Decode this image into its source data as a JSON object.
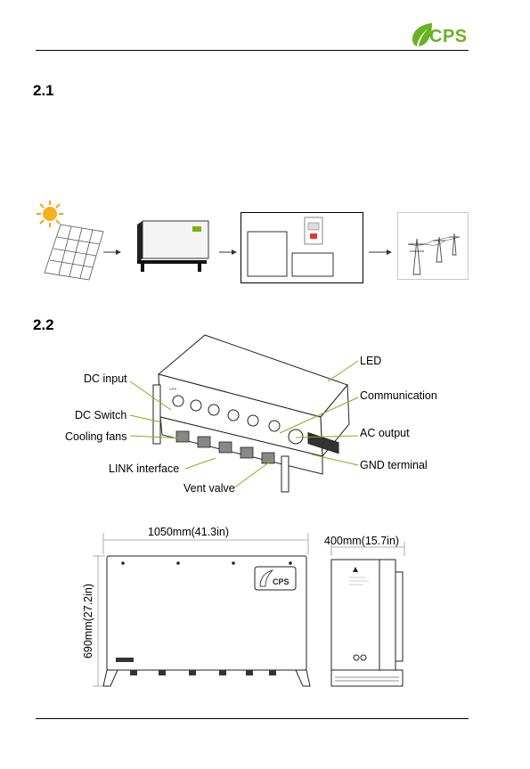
{
  "header": {
    "logo_text": "CPS",
    "brand_color": "#6ab023"
  },
  "sections": [
    {
      "number": "2.1"
    },
    {
      "number": "2.2"
    }
  ],
  "system_diagram": {
    "stages": [
      "sun-icon",
      "pv-array",
      "inverter",
      "distribution-cabinet",
      "grid-tower"
    ]
  },
  "callouts": {
    "dc_input": "DC input",
    "dc_switch": "DC Switch",
    "cooling_fans": "Cooling fans",
    "link_interface": "LINK interface",
    "vent_valve": "Vent valve",
    "led": "LED",
    "communication": "Communication",
    "ac_output": "AC output",
    "gnd_terminal": "GND terminal"
  },
  "dimensions": {
    "width": "1050mm(41.3in)",
    "height": "690mm(27.2in)",
    "depth": "400mm(15.7in)"
  },
  "callout_line_color": "#7ab317"
}
